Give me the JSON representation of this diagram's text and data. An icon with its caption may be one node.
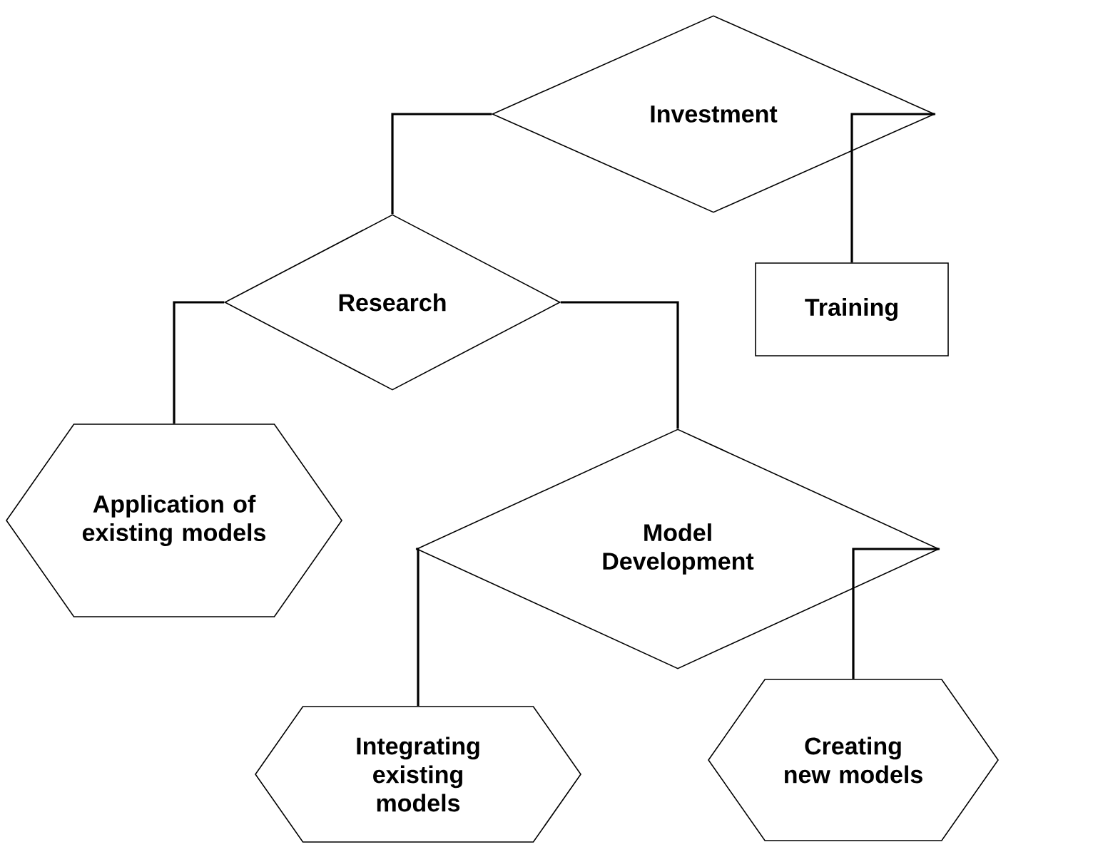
{
  "diagram": {
    "nodes": [
      {
        "text": [
          "Investment"
        ]
      },
      {
        "text": [
          "Research"
        ]
      },
      {
        "text": [
          "Training"
        ]
      },
      {
        "text": [
          "Application of existing models"
        ]
      },
      {
        "text": [
          "Model Development"
        ]
      },
      {
        "text": [
          "Integrating existing models"
        ]
      },
      {
        "text": [
          "Creating new models"
        ]
      }
    ],
    "edges": [
      {
        "from": 0,
        "to": 1,
        "arrow": "none"
      },
      {
        "from": 0,
        "to": 2,
        "arrow": "none"
      },
      {
        "from": 1,
        "to": 3,
        "arrow": "none"
      },
      {
        "from": 1,
        "to": 4,
        "arrow": "none"
      },
      {
        "from": 4,
        "to": 5,
        "arrow": "none"
      },
      {
        "from": 4,
        "to": 6,
        "arrow": "none"
      }
    ]
  }
}
